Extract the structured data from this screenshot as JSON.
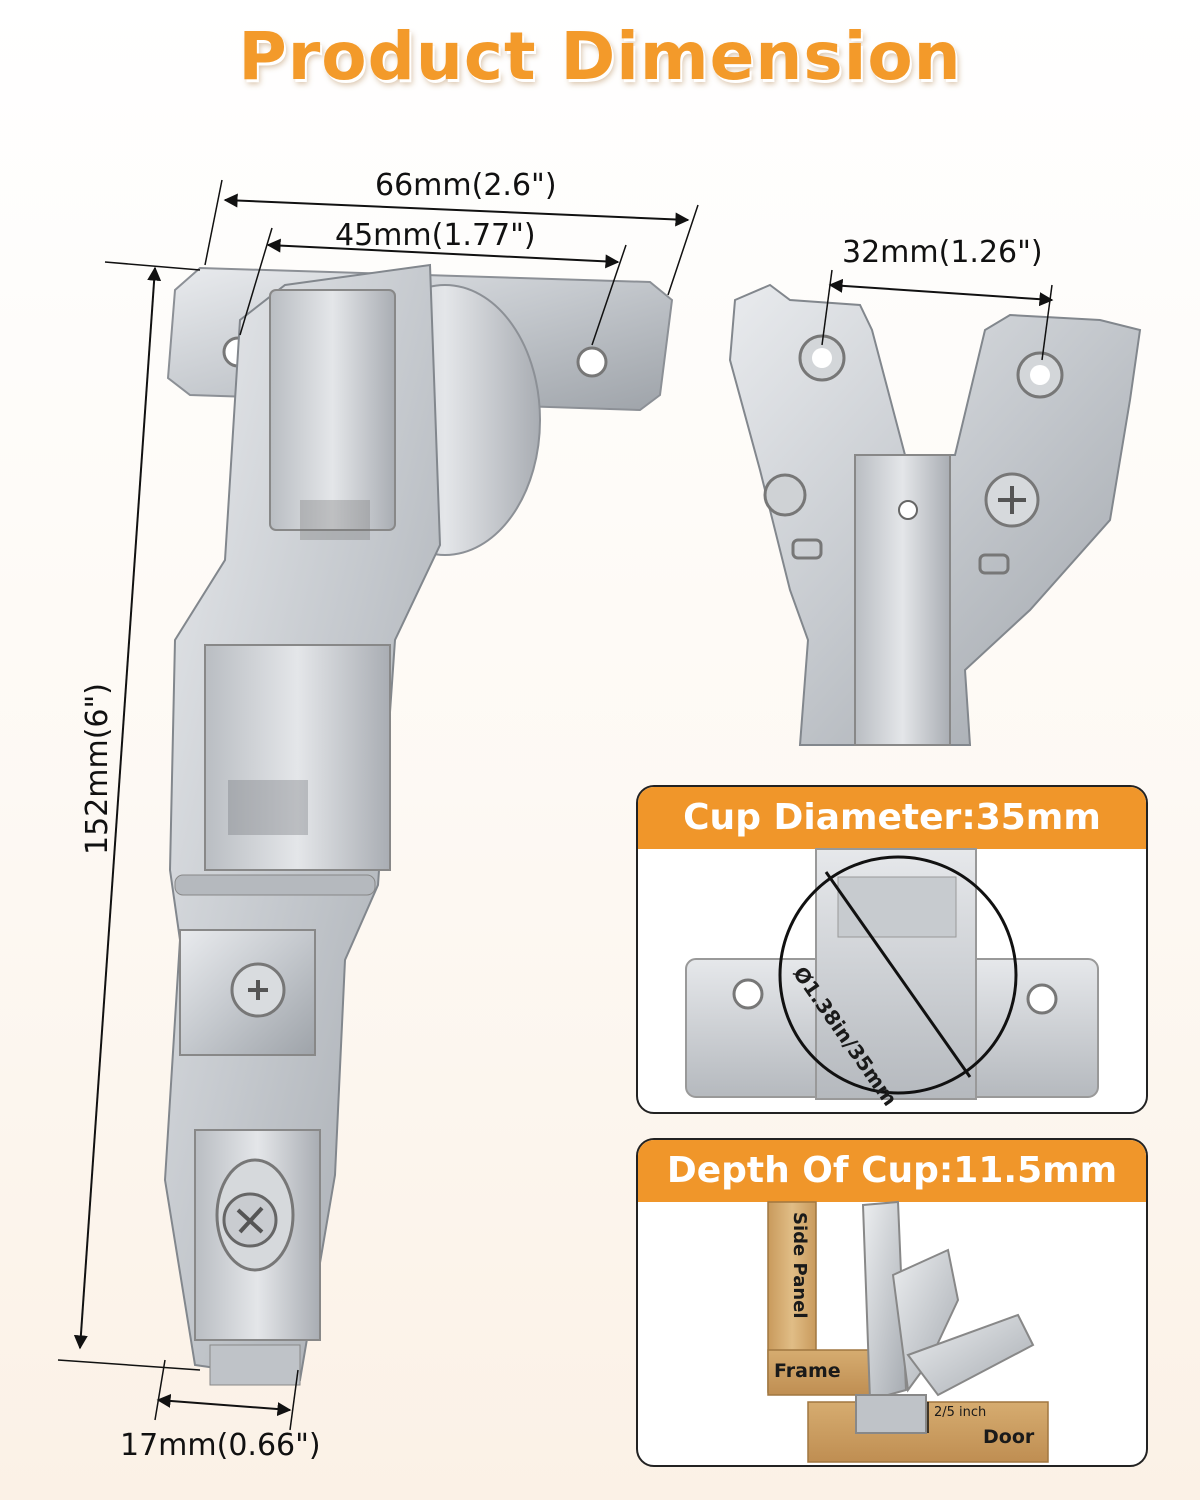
{
  "title": "Product Dimension",
  "dimensions": {
    "overall_width": "66mm(2.6\")",
    "hole_spacing": "45mm(1.77\")",
    "plate_hole_spacing": "32mm(1.26\")",
    "length": "152mm(6\")",
    "arm_width": "17mm(0.66\")"
  },
  "cup_panel": {
    "heading": "Cup Diameter:35mm",
    "diameter_label": "Ø1.38in/35mm"
  },
  "depth_panel": {
    "heading": "Depth Of Cup:11.5mm",
    "side_panel": "Side Panel",
    "frame": "Frame",
    "door": "Door",
    "depth_label": "2/5 inch"
  },
  "colors": {
    "accent": "#f0962a",
    "title": "#f39a2a",
    "metal": "#c9ccd0",
    "wood": "#d8b27a"
  }
}
